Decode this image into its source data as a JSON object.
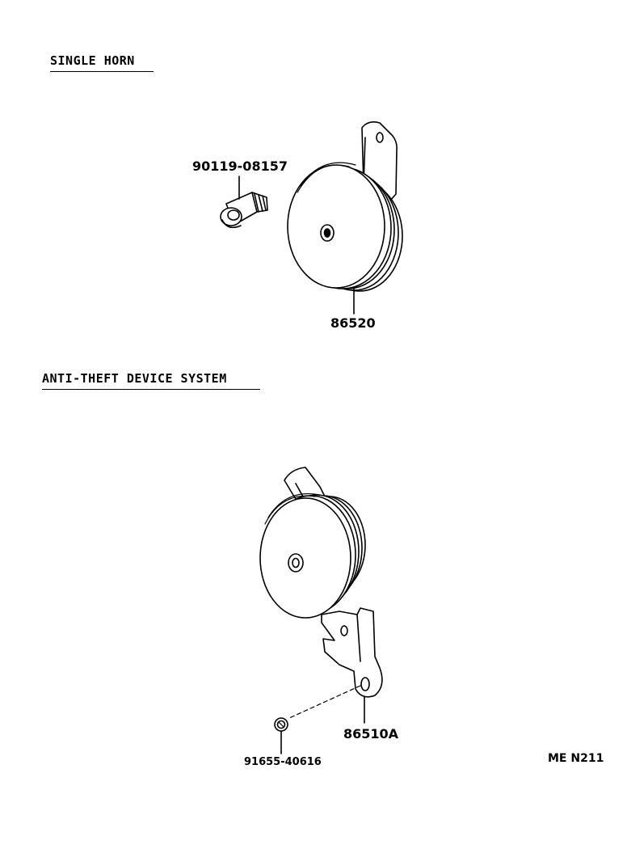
{
  "sections": {
    "single_horn": {
      "title": "SINGLE HORN"
    },
    "anti_theft": {
      "title": "ANTI-THEFT DEVICE SYSTEM"
    }
  },
  "parts": {
    "bolt": "90119-08157",
    "horn_single": "86520",
    "horn_anti_theft": "86510A",
    "nut": "91655-40616"
  },
  "drawing_code": "ME N211"
}
